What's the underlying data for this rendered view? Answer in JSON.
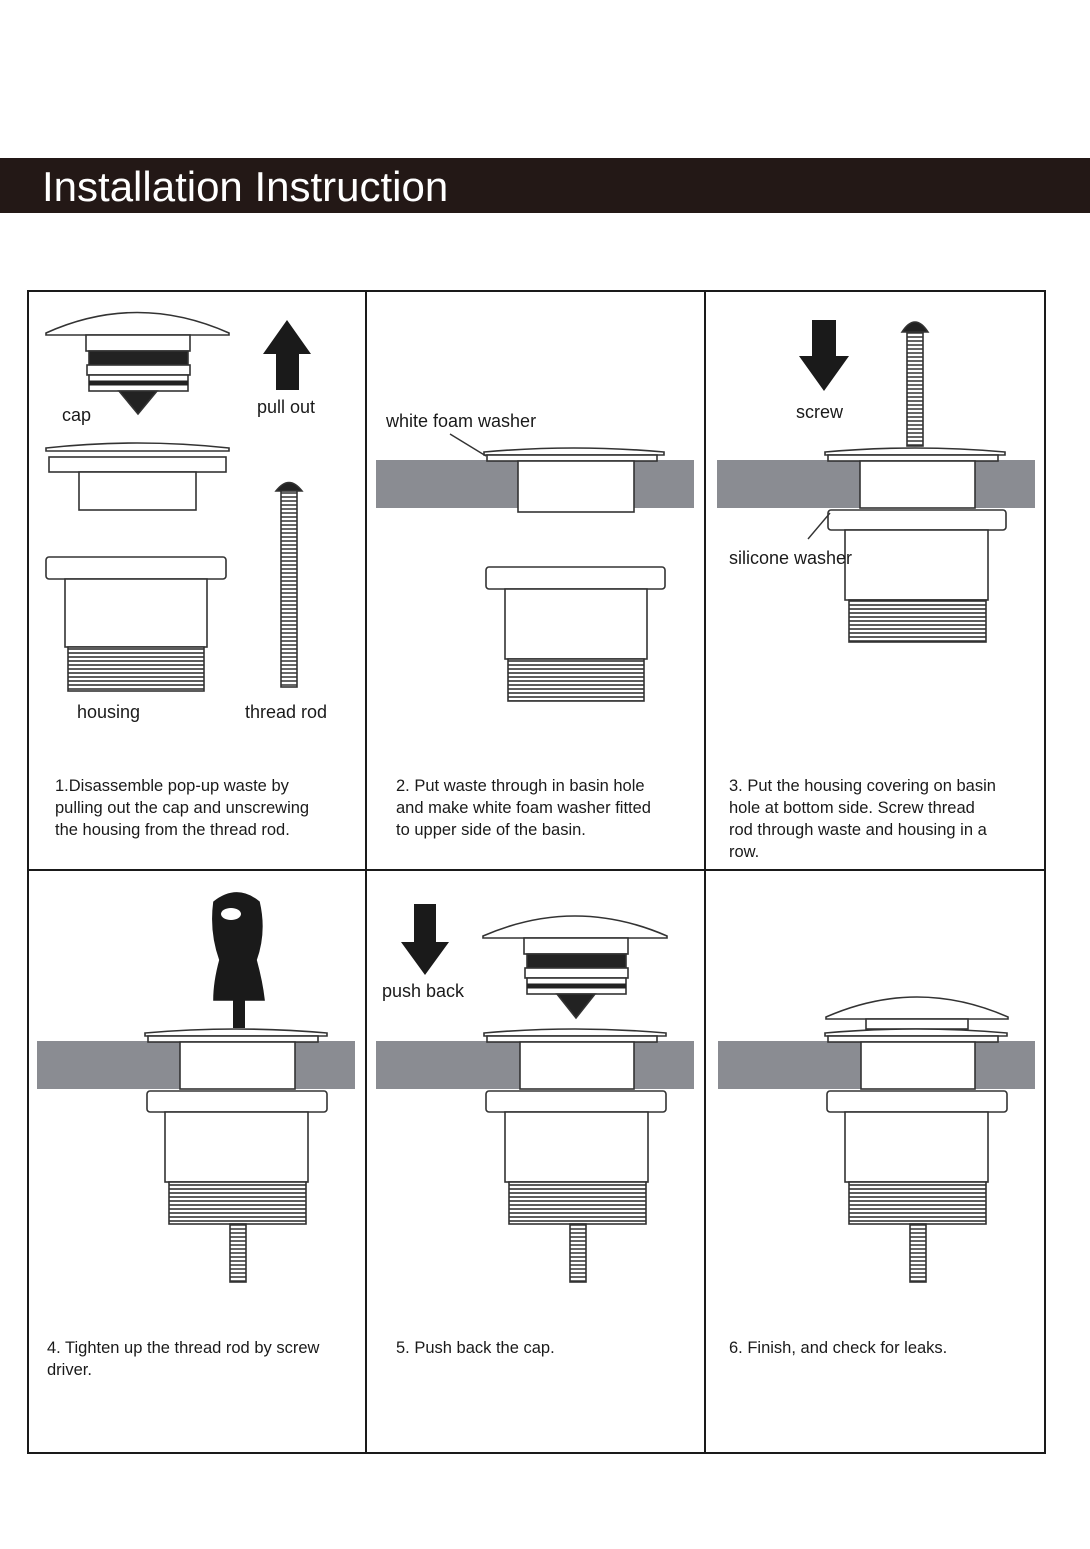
{
  "title": "Installation Instruction",
  "labels": {
    "cap": "cap",
    "pull_out": "pull out",
    "housing": "housing",
    "thread_rod": "thread rod",
    "white_foam_washer": "white foam washer",
    "screw": "screw",
    "silicone_washer": "silicone washer",
    "push_back": "push back"
  },
  "steps": [
    {
      "text": "1.Disassemble pop-up waste by\npulling out the cap and unscrewing\nthe housing from the thread rod."
    },
    {
      "text": "2. Put waste through in basin hole\nand make white foam washer fitted\nto upper side of the basin."
    },
    {
      "text": "3. Put the housing covering on basin\nhole at bottom side. Screw thread\nrod through waste and housing in a\nrow."
    },
    {
      "text": "4. Tighten up the thread rod by screw\ndriver."
    },
    {
      "text": "5. Push back the cap."
    },
    {
      "text": "6. Finish, and check for leaks."
    }
  ],
  "colors": {
    "title_bar": "#231816",
    "basin": "#8a8c92",
    "ink": "#1a1a1a"
  }
}
